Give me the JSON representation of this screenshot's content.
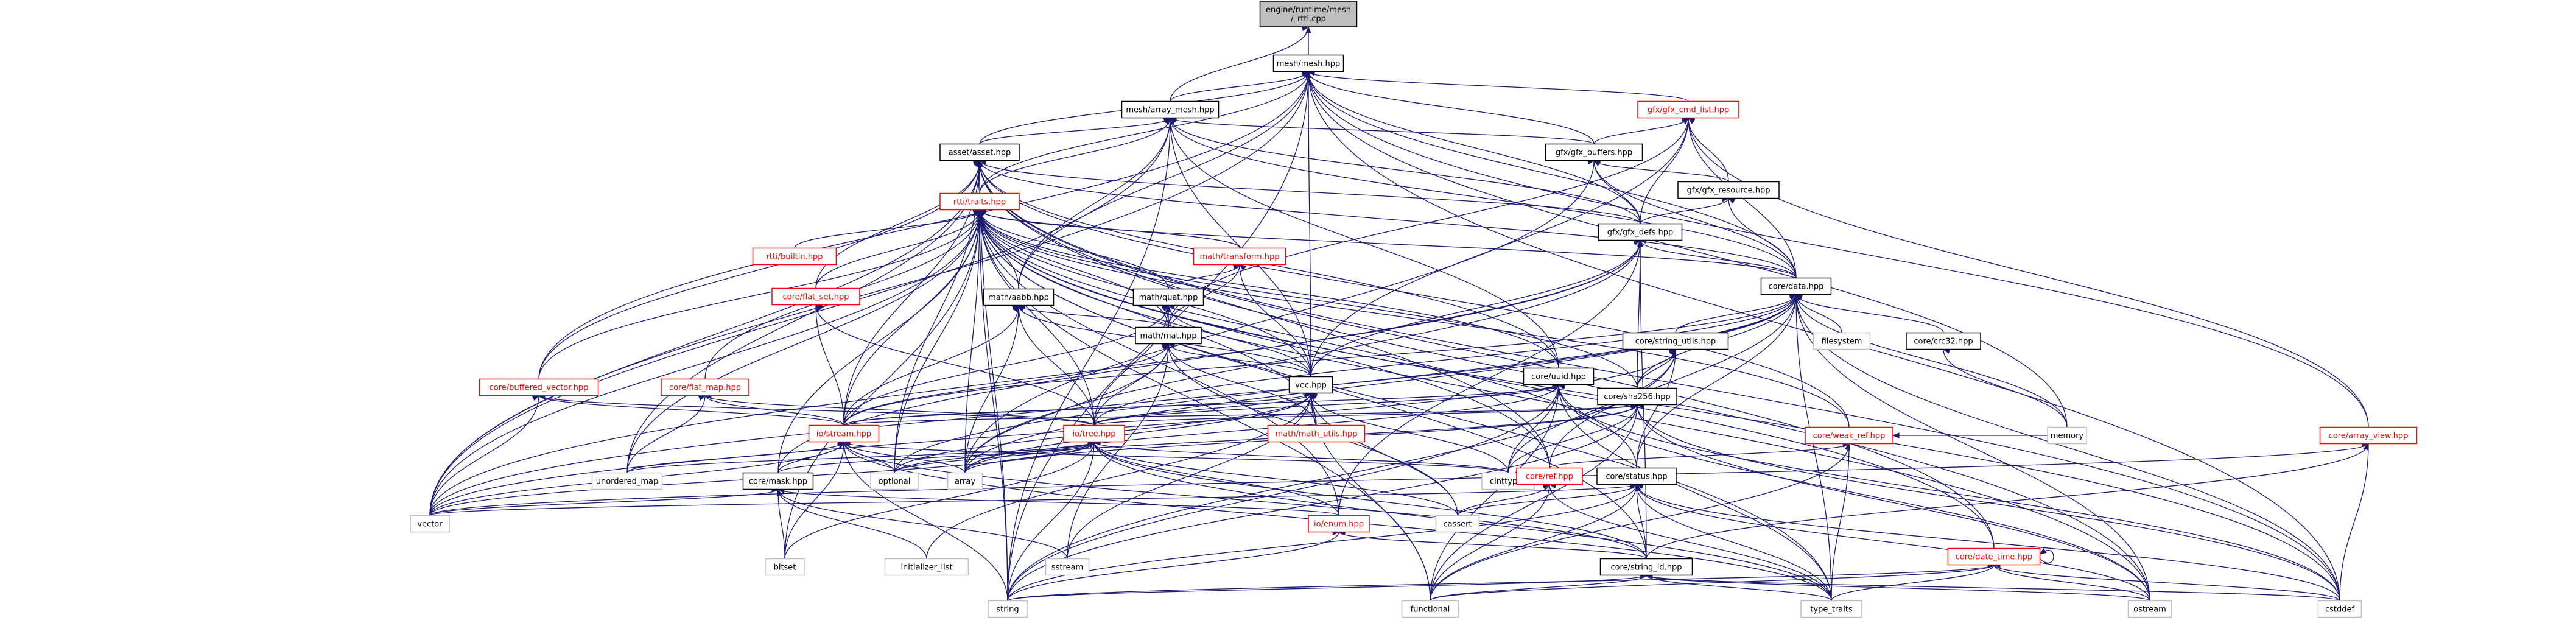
{
  "graph": {
    "nodes": [
      {
        "id": "root",
        "lines": [
          "engine/runtime/mesh",
          "/_rtti.cpp"
        ],
        "kind": "root"
      },
      {
        "id": "mesh_hpp",
        "lines": [
          "mesh/mesh.hpp"
        ],
        "kind": "normal"
      },
      {
        "id": "array_mesh",
        "lines": [
          "mesh/array_mesh.hpp"
        ],
        "kind": "normal"
      },
      {
        "id": "gfx_cmd_list",
        "lines": [
          "gfx/gfx_cmd_list.hpp"
        ],
        "kind": "red"
      },
      {
        "id": "asset",
        "lines": [
          "asset/asset.hpp"
        ],
        "kind": "normal"
      },
      {
        "id": "gfx_buffers",
        "lines": [
          "gfx/gfx_buffers.hpp"
        ],
        "kind": "normal"
      },
      {
        "id": "rtti_traits",
        "lines": [
          "rtti/traits.hpp"
        ],
        "kind": "red"
      },
      {
        "id": "gfx_resource",
        "lines": [
          "gfx/gfx_resource.hpp"
        ],
        "kind": "normal"
      },
      {
        "id": "gfx_defs",
        "lines": [
          "gfx/gfx_defs.hpp"
        ],
        "kind": "normal"
      },
      {
        "id": "rtti_builtin",
        "lines": [
          "rtti/builtin.hpp"
        ],
        "kind": "red"
      },
      {
        "id": "math_transform",
        "lines": [
          "math/transform.hpp"
        ],
        "kind": "red"
      },
      {
        "id": "core_flat_set",
        "lines": [
          "core/flat_set.hpp"
        ],
        "kind": "red"
      },
      {
        "id": "math_aabb",
        "lines": [
          "math/aabb.hpp"
        ],
        "kind": "normal"
      },
      {
        "id": "math_quat",
        "lines": [
          "math/quat.hpp"
        ],
        "kind": "normal"
      },
      {
        "id": "core_data",
        "lines": [
          "core/data.hpp"
        ],
        "kind": "normal"
      },
      {
        "id": "math_mat",
        "lines": [
          "math/mat.hpp"
        ],
        "kind": "normal"
      },
      {
        "id": "core_string_utils",
        "lines": [
          "core/string_utils.hpp"
        ],
        "kind": "normal"
      },
      {
        "id": "filesystem",
        "lines": [
          "filesystem"
        ],
        "kind": "system"
      },
      {
        "id": "core_crc32",
        "lines": [
          "core/crc32.hpp"
        ],
        "kind": "normal"
      },
      {
        "id": "core_buffered_vector",
        "lines": [
          "core/buffered_vector.hpp"
        ],
        "kind": "red"
      },
      {
        "id": "core_flat_map",
        "lines": [
          "core/flat_map.hpp"
        ],
        "kind": "red"
      },
      {
        "id": "vec_hpp",
        "lines": [
          "vec.hpp"
        ],
        "kind": "normal"
      },
      {
        "id": "core_uuid",
        "lines": [
          "core/uuid.hpp"
        ],
        "kind": "normal"
      },
      {
        "id": "core_sha256",
        "lines": [
          "core/sha256.hpp"
        ],
        "kind": "normal"
      },
      {
        "id": "io_stream",
        "lines": [
          "io/stream.hpp"
        ],
        "kind": "red"
      },
      {
        "id": "io_tree",
        "lines": [
          "io/tree.hpp"
        ],
        "kind": "red"
      },
      {
        "id": "math_utils",
        "lines": [
          "math/math_utils.hpp"
        ],
        "kind": "red"
      },
      {
        "id": "core_weak_ref",
        "lines": [
          "core/weak_ref.hpp"
        ],
        "kind": "red"
      },
      {
        "id": "memory",
        "lines": [
          "memory"
        ],
        "kind": "system"
      },
      {
        "id": "core_array_view",
        "lines": [
          "core/array_view.hpp"
        ],
        "kind": "red"
      },
      {
        "id": "unordered_map",
        "lines": [
          "unordered_map"
        ],
        "kind": "system"
      },
      {
        "id": "optional",
        "lines": [
          "optional"
        ],
        "kind": "system"
      },
      {
        "id": "array",
        "lines": [
          "array"
        ],
        "kind": "system"
      },
      {
        "id": "cinttypes",
        "lines": [
          "cinttypes"
        ],
        "kind": "system"
      },
      {
        "id": "core_ref",
        "lines": [
          "core/ref.hpp"
        ],
        "kind": "red"
      },
      {
        "id": "core_status",
        "lines": [
          "core/status.hpp"
        ],
        "kind": "normal"
      },
      {
        "id": "core_mask",
        "lines": [
          "core/mask.hpp"
        ],
        "kind": "normal"
      },
      {
        "id": "vector",
        "lines": [
          "vector"
        ],
        "kind": "system"
      },
      {
        "id": "cassert",
        "lines": [
          "cassert"
        ],
        "kind": "system"
      },
      {
        "id": "io_enum",
        "lines": [
          "io/enum.hpp"
        ],
        "kind": "red"
      },
      {
        "id": "bitset",
        "lines": [
          "bitset"
        ],
        "kind": "system"
      },
      {
        "id": "initializer_list",
        "lines": [
          "initializer_list"
        ],
        "kind": "system"
      },
      {
        "id": "sstream",
        "lines": [
          "sstream"
        ],
        "kind": "system"
      },
      {
        "id": "core_string_id",
        "lines": [
          "core/string_id.hpp"
        ],
        "kind": "normal"
      },
      {
        "id": "core_date_time",
        "lines": [
          "core/date_time.hpp"
        ],
        "kind": "red"
      },
      {
        "id": "string",
        "lines": [
          "string"
        ],
        "kind": "system"
      },
      {
        "id": "functional",
        "lines": [
          "functional"
        ],
        "kind": "system"
      },
      {
        "id": "type_traits",
        "lines": [
          "type_traits"
        ],
        "kind": "system"
      },
      {
        "id": "ostream",
        "lines": [
          "ostream"
        ],
        "kind": "system"
      },
      {
        "id": "cstddef",
        "lines": [
          "cstddef"
        ],
        "kind": "system"
      }
    ],
    "edges": [
      [
        "root",
        "mesh_hpp"
      ],
      [
        "root",
        "array_mesh"
      ],
      [
        "mesh_hpp",
        "array_mesh"
      ],
      [
        "mesh_hpp",
        "gfx_cmd_list"
      ],
      [
        "mesh_hpp",
        "asset"
      ],
      [
        "mesh_hpp",
        "gfx_buffers"
      ],
      [
        "mesh_hpp",
        "rtti_traits"
      ],
      [
        "mesh_hpp",
        "math_aabb"
      ],
      [
        "mesh_hpp",
        "core_data"
      ],
      [
        "mesh_hpp",
        "vec_hpp"
      ],
      [
        "mesh_hpp",
        "core_buffered_vector"
      ],
      [
        "mesh_hpp",
        "memory"
      ],
      [
        "mesh_hpp",
        "core_array_view"
      ],
      [
        "mesh_hpp",
        "vector"
      ],
      [
        "mesh_hpp",
        "cstddef"
      ],
      [
        "mesh_hpp",
        "string"
      ],
      [
        "mesh_hpp",
        "gfx_defs"
      ],
      [
        "array_mesh",
        "asset"
      ],
      [
        "array_mesh",
        "gfx_buffers"
      ],
      [
        "array_mesh",
        "rtti_traits"
      ],
      [
        "array_mesh",
        "math_aabb"
      ],
      [
        "array_mesh",
        "vec_hpp"
      ],
      [
        "array_mesh",
        "core_data"
      ],
      [
        "array_mesh",
        "vector"
      ],
      [
        "array_mesh",
        "string"
      ],
      [
        "array_mesh",
        "core_uuid"
      ],
      [
        "array_mesh",
        "gfx_defs"
      ],
      [
        "gfx_cmd_list",
        "gfx_buffers"
      ],
      [
        "gfx_cmd_list",
        "gfx_resource"
      ],
      [
        "gfx_cmd_list",
        "gfx_defs"
      ],
      [
        "gfx_cmd_list",
        "core_data"
      ],
      [
        "gfx_cmd_list",
        "core_array_view"
      ],
      [
        "gfx_cmd_list",
        "vec_hpp"
      ],
      [
        "gfx_cmd_list",
        "math_mat"
      ],
      [
        "asset",
        "rtti_traits"
      ],
      [
        "asset",
        "core_data"
      ],
      [
        "asset",
        "core_uuid"
      ],
      [
        "asset",
        "core_flat_set"
      ],
      [
        "asset",
        "core_buffered_vector"
      ],
      [
        "asset",
        "io_stream"
      ],
      [
        "asset",
        "core_weak_ref"
      ],
      [
        "asset",
        "core_ref"
      ],
      [
        "asset",
        "optional"
      ],
      [
        "asset",
        "unordered_map"
      ],
      [
        "asset",
        "vector"
      ],
      [
        "asset",
        "string"
      ],
      [
        "asset",
        "ostream"
      ],
      [
        "asset",
        "cstddef"
      ],
      [
        "asset",
        "core_date_time"
      ],
      [
        "asset",
        "gfx_defs"
      ],
      [
        "gfx_buffers",
        "gfx_resource"
      ],
      [
        "gfx_buffers",
        "gfx_defs"
      ],
      [
        "gfx_buffers",
        "core_data"
      ],
      [
        "gfx_buffers",
        "array"
      ],
      [
        "gfx_resource",
        "gfx_defs"
      ],
      [
        "gfx_resource",
        "core_data"
      ],
      [
        "gfx_defs",
        "core_data"
      ],
      [
        "gfx_defs",
        "vec_hpp"
      ],
      [
        "gfx_defs",
        "io_enum"
      ],
      [
        "gfx_defs",
        "core_mask"
      ],
      [
        "gfx_defs",
        "core_sha256"
      ],
      [
        "gfx_defs",
        "core_string_id"
      ],
      [
        "gfx_defs",
        "vector"
      ],
      [
        "gfx_defs",
        "array"
      ],
      [
        "rtti_traits",
        "rtti_builtin"
      ],
      [
        "rtti_traits",
        "math_transform"
      ],
      [
        "rtti_traits",
        "core_flat_set"
      ],
      [
        "rtti_traits",
        "math_aabb"
      ],
      [
        "rtti_traits",
        "math_quat"
      ],
      [
        "rtti_traits",
        "math_mat"
      ],
      [
        "rtti_traits",
        "vec_hpp"
      ],
      [
        "rtti_traits",
        "core_data"
      ],
      [
        "rtti_traits",
        "core_buffered_vector"
      ],
      [
        "rtti_traits",
        "core_flat_map"
      ],
      [
        "rtti_traits",
        "core_uuid"
      ],
      [
        "rtti_traits",
        "core_sha256"
      ],
      [
        "rtti_traits",
        "io_stream"
      ],
      [
        "rtti_traits",
        "io_tree"
      ],
      [
        "rtti_traits",
        "core_mask"
      ],
      [
        "rtti_traits",
        "core_status"
      ],
      [
        "rtti_traits",
        "core_ref"
      ],
      [
        "rtti_traits",
        "io_enum"
      ],
      [
        "rtti_traits",
        "core_string_id"
      ],
      [
        "rtti_traits",
        "core_date_time"
      ],
      [
        "rtti_traits",
        "vector"
      ],
      [
        "rtti_traits",
        "string"
      ],
      [
        "rtti_traits",
        "optional"
      ],
      [
        "rtti_traits",
        "unordered_map"
      ],
      [
        "rtti_traits",
        "array"
      ],
      [
        "rtti_traits",
        "bitset"
      ],
      [
        "rtti_traits",
        "functional"
      ],
      [
        "rtti_traits",
        "type_traits"
      ],
      [
        "rtti_traits",
        "ostream"
      ],
      [
        "rtti_traits",
        "cstddef"
      ],
      [
        "rtti_traits",
        "core_weak_ref"
      ],
      [
        "rtti_traits",
        "math_utils"
      ],
      [
        "math_transform",
        "math_quat"
      ],
      [
        "math_transform",
        "math_mat"
      ],
      [
        "math_transform",
        "vec_hpp"
      ],
      [
        "core_flat_set",
        "io_stream"
      ],
      [
        "core_flat_set",
        "io_tree"
      ],
      [
        "math_aabb",
        "math_mat"
      ],
      [
        "math_aabb",
        "vec_hpp"
      ],
      [
        "math_aabb",
        "io_stream"
      ],
      [
        "math_aabb",
        "io_tree"
      ],
      [
        "math_aabb",
        "array"
      ],
      [
        "math_quat",
        "math_mat"
      ],
      [
        "math_quat",
        "vec_hpp"
      ],
      [
        "math_quat",
        "io_stream"
      ],
      [
        "math_quat",
        "io_tree"
      ],
      [
        "math_mat",
        "vec_hpp"
      ],
      [
        "math_mat",
        "io_stream"
      ],
      [
        "math_mat",
        "io_tree"
      ],
      [
        "math_mat",
        "array"
      ],
      [
        "math_mat",
        "sstream"
      ],
      [
        "math_mat",
        "math_utils"
      ],
      [
        "math_mat",
        "cassert"
      ],
      [
        "core_data",
        "core_string_utils"
      ],
      [
        "core_data",
        "filesystem"
      ],
      [
        "core_data",
        "core_crc32"
      ],
      [
        "core_data",
        "core_sha256"
      ],
      [
        "core_data",
        "io_stream"
      ],
      [
        "core_data",
        "io_tree"
      ],
      [
        "core_data",
        "core_ref"
      ],
      [
        "core_data",
        "core_status"
      ],
      [
        "core_data",
        "vector"
      ],
      [
        "core_data",
        "memory"
      ],
      [
        "core_data",
        "ostream"
      ],
      [
        "core_data",
        "cstddef"
      ],
      [
        "core_data",
        "optional"
      ],
      [
        "core_data",
        "array"
      ],
      [
        "core_data",
        "type_traits"
      ],
      [
        "core_string_utils",
        "core_sha256"
      ],
      [
        "core_string_utils",
        "vector"
      ],
      [
        "core_string_utils",
        "string"
      ],
      [
        "core_string_utils",
        "cinttypes"
      ],
      [
        "core_string_utils",
        "core_status"
      ],
      [
        "core_crc32",
        "memory"
      ],
      [
        "core_buffered_vector",
        "io_stream"
      ],
      [
        "core_buffered_vector",
        "io_tree"
      ],
      [
        "core_buffered_vector",
        "vector"
      ],
      [
        "core_flat_map",
        "io_stream"
      ],
      [
        "core_flat_map",
        "io_tree"
      ],
      [
        "core_flat_map",
        "unordered_map"
      ],
      [
        "vec_hpp",
        "io_stream"
      ],
      [
        "vec_hpp",
        "io_tree"
      ],
      [
        "vec_hpp",
        "math_utils"
      ],
      [
        "vec_hpp",
        "array"
      ],
      [
        "vec_hpp",
        "cinttypes"
      ],
      [
        "vec_hpp",
        "optional"
      ],
      [
        "vec_hpp",
        "functional"
      ],
      [
        "vec_hpp",
        "cassert"
      ],
      [
        "vec_hpp",
        "sstream"
      ],
      [
        "vec_hpp",
        "initializer_list"
      ],
      [
        "core_uuid",
        "io_stream"
      ],
      [
        "core_uuid",
        "io_tree"
      ],
      [
        "core_uuid",
        "array"
      ],
      [
        "core_uuid",
        "cinttypes"
      ],
      [
        "core_uuid",
        "string"
      ],
      [
        "core_uuid",
        "functional"
      ],
      [
        "core_uuid",
        "ostream"
      ],
      [
        "core_uuid",
        "cstddef"
      ],
      [
        "core_uuid",
        "type_traits"
      ],
      [
        "core_sha256",
        "io_stream"
      ],
      [
        "core_sha256",
        "io_tree"
      ],
      [
        "core_sha256",
        "array"
      ],
      [
        "core_sha256",
        "cinttypes"
      ],
      [
        "core_sha256",
        "string"
      ],
      [
        "core_sha256",
        "functional"
      ],
      [
        "core_sha256",
        "ostream"
      ],
      [
        "core_sha256",
        "cstddef"
      ],
      [
        "core_sha256",
        "optional"
      ],
      [
        "io_stream",
        "core_mask"
      ],
      [
        "io_stream",
        "unordered_map"
      ],
      [
        "io_stream",
        "optional"
      ],
      [
        "io_stream",
        "array"
      ],
      [
        "io_stream",
        "cinttypes"
      ],
      [
        "io_stream",
        "vector"
      ],
      [
        "io_stream",
        "bitset"
      ],
      [
        "io_stream",
        "core_string_id"
      ],
      [
        "io_stream",
        "type_traits"
      ],
      [
        "io_stream",
        "string"
      ],
      [
        "io_tree",
        "core_mask"
      ],
      [
        "io_tree",
        "array"
      ],
      [
        "io_tree",
        "cinttypes"
      ],
      [
        "io_tree",
        "optional"
      ],
      [
        "io_tree",
        "vector"
      ],
      [
        "io_tree",
        "bitset"
      ],
      [
        "io_tree",
        "core_string_id"
      ],
      [
        "io_tree",
        "type_traits"
      ],
      [
        "io_tree",
        "string"
      ],
      [
        "io_tree",
        "unordered_map"
      ],
      [
        "io_tree",
        "io_enum"
      ],
      [
        "io_tree",
        "cassert"
      ],
      [
        "core_weak_ref",
        "core_ref"
      ],
      [
        "core_weak_ref",
        "memory"
      ],
      [
        "core_weak_ref",
        "functional"
      ],
      [
        "core_weak_ref",
        "type_traits"
      ],
      [
        "core_array_view",
        "vector"
      ],
      [
        "core_array_view",
        "cstddef"
      ],
      [
        "core_array_view",
        "core_string_id"
      ],
      [
        "core_ref",
        "cassert"
      ],
      [
        "core_ref",
        "functional"
      ],
      [
        "core_ref",
        "type_traits"
      ],
      [
        "core_status",
        "core_string_id"
      ],
      [
        "core_status",
        "vector"
      ],
      [
        "core_status",
        "string"
      ],
      [
        "core_status",
        "ostream"
      ],
      [
        "core_status",
        "functional"
      ],
      [
        "core_status",
        "type_traits"
      ],
      [
        "core_status",
        "cassert"
      ],
      [
        "core_status",
        "cstddef"
      ],
      [
        "core_mask",
        "vector"
      ],
      [
        "core_mask",
        "bitset"
      ],
      [
        "core_mask",
        "initializer_list"
      ],
      [
        "core_mask",
        "sstream"
      ],
      [
        "core_mask",
        "io_enum"
      ],
      [
        "io_enum",
        "string"
      ],
      [
        "io_enum",
        "core_string_id"
      ],
      [
        "core_string_id",
        "string"
      ],
      [
        "core_string_id",
        "functional"
      ],
      [
        "core_string_id",
        "type_traits"
      ],
      [
        "core_string_id",
        "ostream"
      ],
      [
        "core_string_id",
        "cstddef"
      ],
      [
        "core_date_time",
        "string"
      ],
      [
        "core_date_time",
        "functional"
      ],
      [
        "core_date_time",
        "type_traits"
      ],
      [
        "core_date_time",
        "ostream"
      ],
      [
        "core_date_time",
        "cstddef"
      ],
      [
        "core_date_time",
        "core_date_time"
      ]
    ]
  }
}
